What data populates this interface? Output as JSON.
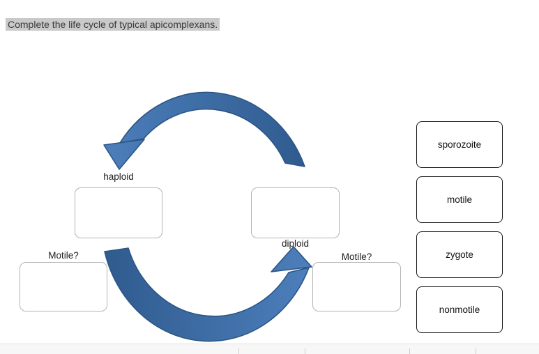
{
  "instruction": {
    "text": "Complete the life cycle of typical apicomplexans."
  },
  "diagram": {
    "stage_labels": {
      "haploid": "haploid",
      "diploid": "diploid"
    },
    "question_labels": {
      "motile_left": "Motile?",
      "motile_right": "Motile?"
    },
    "drop_zones": [
      {
        "name": "haploid-stage",
        "value": ""
      },
      {
        "name": "diploid-stage",
        "value": ""
      },
      {
        "name": "motile-left",
        "value": ""
      },
      {
        "name": "motile-right",
        "value": ""
      }
    ],
    "colors": {
      "arrow_light": "#4d7fbc",
      "arrow_dark": "#2f5b8e",
      "arrow_outline": "#2d5585"
    }
  },
  "answer_bank": {
    "options": [
      "sporozoite",
      "motile",
      "zygote",
      "nonmotile"
    ]
  }
}
